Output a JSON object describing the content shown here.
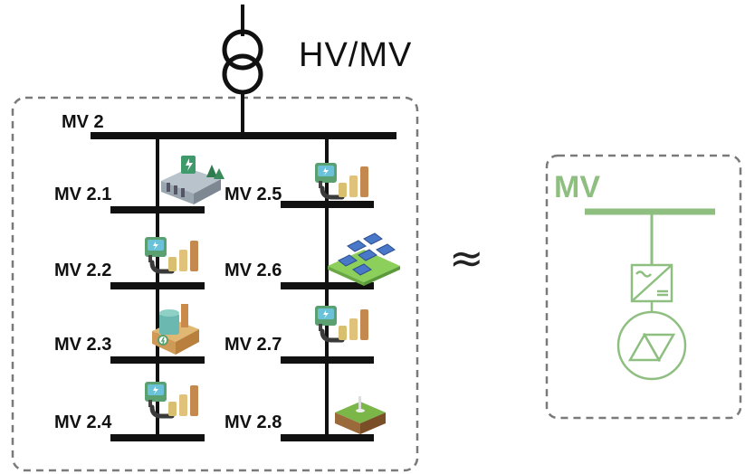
{
  "transformer": {
    "label": "HV/MV",
    "icon": "transformer-icon"
  },
  "main_bus": {
    "label": "MV 2"
  },
  "feeders": [
    {
      "buses": [
        {
          "label": "MV 2.1",
          "icon": "data-center-icon"
        },
        {
          "label": "MV 2.2",
          "icon": "ev-charger-storage-icon"
        },
        {
          "label": "MV 2.3",
          "icon": "industrial-plant-icon"
        },
        {
          "label": "MV 2.4",
          "icon": "ev-charger-storage-icon"
        }
      ]
    },
    {
      "buses": [
        {
          "label": "MV 2.5",
          "icon": "ev-charger-storage-icon"
        },
        {
          "label": "MV 2.6",
          "icon": "solar-farm-icon"
        },
        {
          "label": "MV 2.7",
          "icon": "ev-charger-storage-icon"
        },
        {
          "label": "MV 2.8",
          "icon": "geothermal-icon"
        }
      ]
    }
  ],
  "approx_symbol": "≈",
  "equivalent": {
    "label": "MV",
    "icon": "inverter-machine-icon",
    "color": "#8fbf80"
  },
  "colors": {
    "line": "#111111",
    "dash": "#7a7a7a",
    "equivalent": "#8fbf80"
  }
}
